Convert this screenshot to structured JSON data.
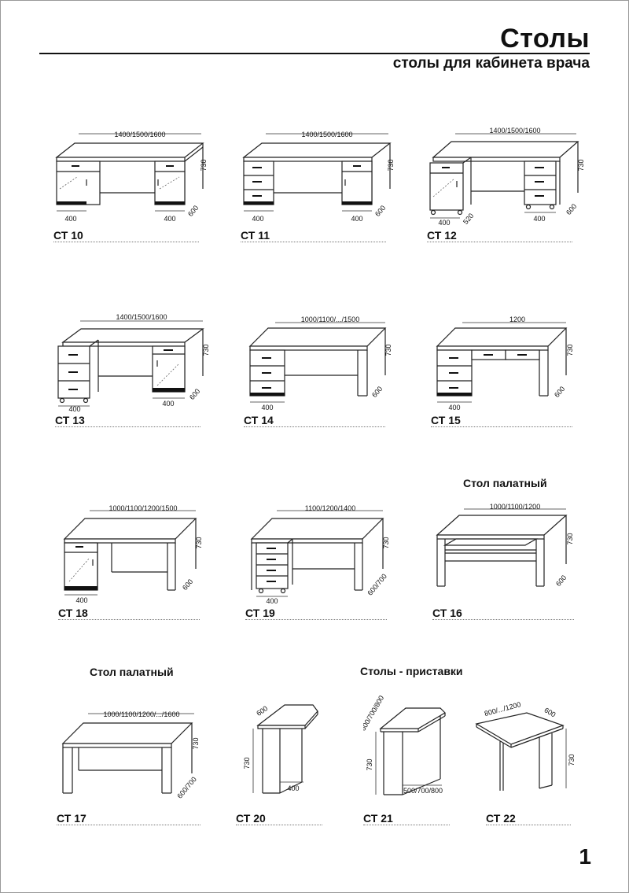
{
  "header": {
    "title": "Столы",
    "subtitle": "столы для кабинета врача"
  },
  "sections": {
    "palatny_1": "Стол палатный",
    "palatny_2": "Стол палатный",
    "pristavki": "Столы - приставки"
  },
  "items": [
    {
      "code": "СТ 10",
      "width": "1400/1500/1600",
      "height": "730",
      "depth": "600",
      "module_a": "400",
      "module_b": "400"
    },
    {
      "code": "СТ 11",
      "width": "1400/1500/1600",
      "height": "730",
      "depth": "600",
      "module_a": "400",
      "module_b": "400"
    },
    {
      "code": "СТ 12",
      "width": "1400/1500/1600",
      "height": "730",
      "depth": "600",
      "module_a": "400",
      "module_b": "400",
      "module_depth": "520"
    },
    {
      "code": "СТ 13",
      "width": "1400/1500/1600",
      "height": "730",
      "depth": "600",
      "module_a": "400",
      "module_b": "400"
    },
    {
      "code": "СТ 14",
      "width": "1000/1100/.../1500",
      "height": "730",
      "depth": "600",
      "module_a": "400"
    },
    {
      "code": "СТ 15",
      "width": "1200",
      "height": "730",
      "depth": "600",
      "module_a": "400"
    },
    {
      "code": "СТ 18",
      "width": "1000/1100/1200/1500",
      "height": "730",
      "depth": "600",
      "module_a": "400"
    },
    {
      "code": "СТ 19",
      "width": "1100/1200/1400",
      "height": "730",
      "depth": "600/700",
      "module_a": "400"
    },
    {
      "code": "СТ 16",
      "width": "1000/1100/1200",
      "height": "730",
      "depth": "600"
    },
    {
      "code": "СТ 17",
      "width": "1000/1100/1200/.../1600",
      "height": "730",
      "depth": "600/700"
    },
    {
      "code": "СТ 20",
      "width": "600",
      "height": "730",
      "depth": "400"
    },
    {
      "code": "СТ 21",
      "width": "600/700/800",
      "height": "730",
      "depth": "500/700/800"
    },
    {
      "code": "СТ 22",
      "width": "800/.../1200",
      "height": "730",
      "depth": "600"
    }
  ],
  "page_number": "1"
}
